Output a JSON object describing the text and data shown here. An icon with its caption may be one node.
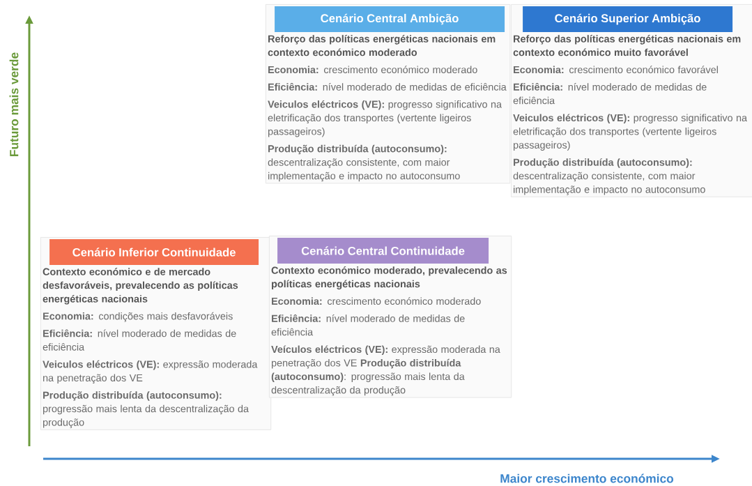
{
  "diagram": {
    "nodes": [
      {
        "text": [
          "Cenário Central Ambição",
          "Reforço das políticas energéticas nacionais em contexto económico moderado",
          "**Economia:** crescimento económico moderado",
          "**Eficiência:** nível moderado de medidas de eficiência",
          "**Veiculos eléctricos (VE):** progresso significativo na eletrificação dos transportes (vertente ligeiros passageiros)",
          "**Produção distribuída (autoconsumo):** descentralização consistente, com maior implementação e impacto no autoconsumo"
        ]
      },
      {
        "text": [
          "Cenário Superior Ambição",
          "Reforço das políticas energéticas nacionais em contexto económico muito favorável",
          "**Economia:** crescimento económico favorável",
          "**Eficiência:** nível moderado de medidas de eficiência",
          "**Veiculos eléctricos (VE):** progresso significativo na eletrificação dos transportes (vertente ligeiros passageiros)",
          "**Produção distribuída (autoconsumo):** descentralização consistente, com maior implementação e impacto no autoconsumo"
        ]
      },
      {
        "text": [
          "Cenário Inferior Continuidade",
          "Contexto económico e de mercado desfavoráveis, prevalecendo as políticas energéticas nacionais",
          "**Economia:** condições mais desfavoráveis",
          "**Eficiência:** nível moderado de medidas de eficiência",
          "**Veiculos eléctricos (VE):** expressão moderada na penetração dos VE",
          "**Produção distribuída (autoconsumo):** progressão mais lenta da descentralização da produção"
        ]
      },
      {
        "text": [
          "Cenário Central Continuidade",
          "Contexto económico moderado, prevalecendo as políticas energéticas nacionais",
          "**Economia:** crescimento económico moderado",
          "**Eficiência:** nível moderado de medidas de eficiência",
          "**Veículos eléctricos (VE):** expressão moderada na penetração dos VE **Produção distribuída (autoconsumo)**: progressão mais lenta da descentralização da produção"
        ]
      }
    ],
    "labels": [
      "Futuro mais verde",
      "Maior crescimento económico"
    ]
  }
}
